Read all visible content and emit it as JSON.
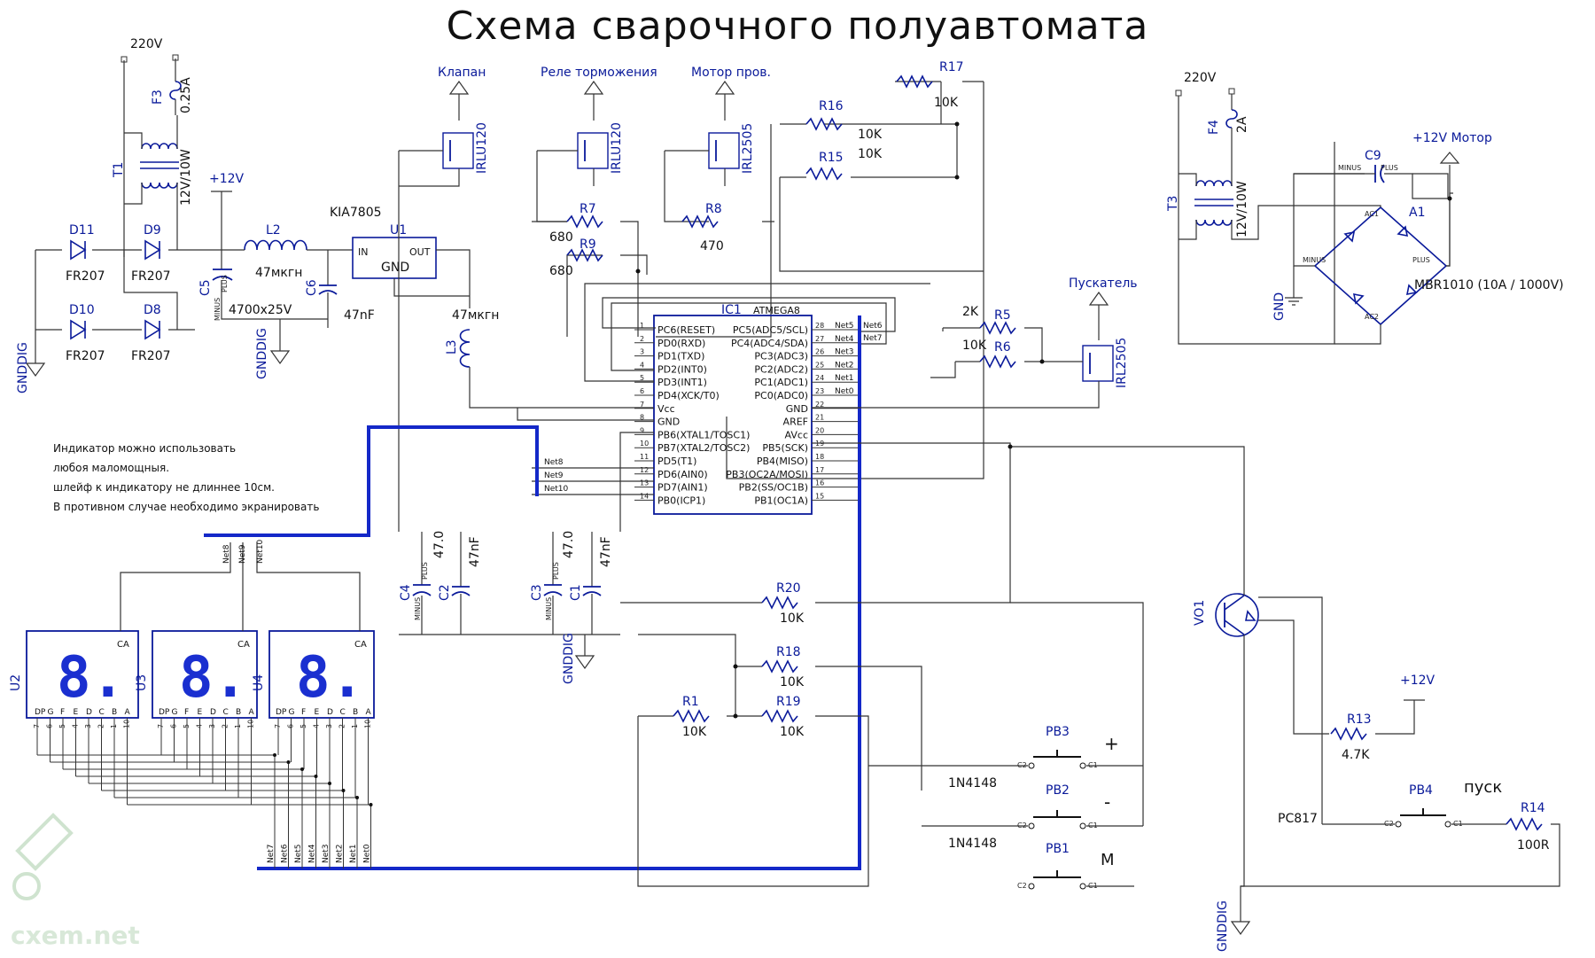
{
  "title": "Схема сварочного полуавтомата",
  "watermark": "cxem.net",
  "notes": [
    "Индикатор можно использовать",
    "любоя маломощныя.",
    "шлейф к индикатору не длиннее 10см.",
    "В противном случае необходимо экранировать"
  ],
  "mains": [
    "220V",
    "220V"
  ],
  "power_labels": {
    "plus12_a": "+12V",
    "plus12_motor": "+12V Мотор",
    "plus12_b": "+12V",
    "gnd": "GND"
  },
  "gnddig": "GNDDIG",
  "outputs": {
    "valve": "Клапан",
    "brake": "Реле торможения",
    "motor": "Мотор пров.",
    "starter": "Пускатель"
  },
  "fuses": [
    {
      "ref": "F3",
      "value": "0.25A"
    },
    {
      "ref": "F4",
      "value": "2A"
    }
  ],
  "transformers": [
    {
      "ref": "T1",
      "value": "12V/10W"
    },
    {
      "ref": "T3",
      "value": "12V/10W"
    }
  ],
  "diodes": [
    {
      "ref": "D11",
      "value": "FR207"
    },
    {
      "ref": "D9",
      "value": "FR207"
    },
    {
      "ref": "D10",
      "value": "FR207"
    },
    {
      "ref": "D8",
      "value": "FR207"
    }
  ],
  "inductors": [
    {
      "ref": "L2",
      "value": "47мкгн"
    },
    {
      "ref": "L3",
      "value": "47мкгн"
    }
  ],
  "regulator": {
    "ref": "U1",
    "part": "KIA7805",
    "in": "IN",
    "out": "OUT",
    "gnd": "GND"
  },
  "caps": [
    {
      "ref": "C5",
      "value": "4700x25V"
    },
    {
      "ref": "C6",
      "value": "47nF"
    },
    {
      "ref": "C4",
      "value": "47.0"
    },
    {
      "ref": "C2",
      "value": "47nF"
    },
    {
      "ref": "C3",
      "value": "47.0"
    },
    {
      "ref": "C1",
      "value": "47nF"
    },
    {
      "ref": "C9",
      "value": ""
    }
  ],
  "cap_pins": {
    "plus": "PLUS",
    "minus": "MINUS"
  },
  "mosfets": [
    {
      "ref": "IRLU120"
    },
    {
      "ref": "IRLU120"
    },
    {
      "ref": "IRL2505"
    },
    {
      "ref": "IRL2505"
    }
  ],
  "resistors": [
    {
      "ref": "R17",
      "value": "10K"
    },
    {
      "ref": "R16",
      "value": "10K"
    },
    {
      "ref": "R15",
      "value": "10K"
    },
    {
      "ref": "R7",
      "value": "680"
    },
    {
      "ref": "R9",
      "value": "680"
    },
    {
      "ref": "R8",
      "value": "470"
    },
    {
      "ref": "R5",
      "value": "2K"
    },
    {
      "ref": "R6",
      "value": "10K"
    },
    {
      "ref": "R20",
      "value": "10K"
    },
    {
      "ref": "R18",
      "value": "10K"
    },
    {
      "ref": "R19",
      "value": "10K"
    },
    {
      "ref": "R1",
      "value": "10K"
    },
    {
      "ref": "R13",
      "value": "4.7K"
    },
    {
      "ref": "R14",
      "value": "100R"
    }
  ],
  "mcu": {
    "ref": "IC1",
    "part": "ATMEGA8",
    "left": [
      {
        "n": "1",
        "name": "PC6(RESET)"
      },
      {
        "n": "2",
        "name": "PD0(RXD)"
      },
      {
        "n": "3",
        "name": "PD1(TXD)"
      },
      {
        "n": "4",
        "name": "PD2(INT0)"
      },
      {
        "n": "5",
        "name": "PD3(INT1)"
      },
      {
        "n": "6",
        "name": "PD4(XCK/T0)"
      },
      {
        "n": "7",
        "name": "Vcc"
      },
      {
        "n": "8",
        "name": "GND"
      },
      {
        "n": "9",
        "name": "PB6(XTAL1/TOSC1)"
      },
      {
        "n": "10",
        "name": "PB7(XTAL2/TOSC2)"
      },
      {
        "n": "11",
        "name": "PD5(T1)"
      },
      {
        "n": "12",
        "name": "PD6(AIN0)"
      },
      {
        "n": "13",
        "name": "PD7(AIN1)"
      },
      {
        "n": "14",
        "name": "PB0(ICP1)"
      }
    ],
    "right": [
      {
        "n": "28",
        "name": "PC5(ADC5/SCL)",
        "net": "Net5"
      },
      {
        "n": "27",
        "name": "PC4(ADC4/SDA)",
        "net": "Net4"
      },
      {
        "n": "26",
        "name": "PC3(ADC3)",
        "net": "Net3"
      },
      {
        "n": "25",
        "name": "PC2(ADC2)",
        "net": "Net2"
      },
      {
        "n": "24",
        "name": "PC1(ADC1)",
        "net": "Net1"
      },
      {
        "n": "23",
        "name": "PC0(ADC0)",
        "net": "Net0"
      },
      {
        "n": "22",
        "name": "GND",
        "net": ""
      },
      {
        "n": "21",
        "name": "AREF",
        "net": ""
      },
      {
        "n": "20",
        "name": "AVcc",
        "net": ""
      },
      {
        "n": "19",
        "name": "PB5(SCK)",
        "net": ""
      },
      {
        "n": "18",
        "name": "PB4(MISO)",
        "net": ""
      },
      {
        "n": "17",
        "name": "PB3(OC2A/MOSI)",
        "net": ""
      },
      {
        "n": "16",
        "name": "PB2(SS/OC1B)",
        "net": ""
      },
      {
        "n": "15",
        "name": "PB1(OC1A)",
        "net": ""
      }
    ]
  },
  "nets": {
    "net6": "Net6",
    "net7": "Net7",
    "net8": "Net8",
    "net9": "Net9",
    "net10": "Net10"
  },
  "displays": [
    {
      "ref": "U2",
      "digit": "8."
    },
    {
      "ref": "U3",
      "digit": "8."
    },
    {
      "ref": "U4",
      "digit": "8."
    }
  ],
  "display_ca": "CA",
  "display_segs": [
    "DP",
    "G",
    "F",
    "E",
    "D",
    "C",
    "B",
    "A"
  ],
  "display_pins": [
    "7",
    "6",
    "5",
    "4",
    "3",
    "2",
    "1",
    "10"
  ],
  "bottom_nets": [
    "Net7",
    "Net6",
    "Net5",
    "Net4",
    "Net3",
    "Net2",
    "Net1",
    "Net0"
  ],
  "buttons": [
    {
      "ref": "PB3",
      "label": "+"
    },
    {
      "ref": "PB2",
      "label": "-"
    },
    {
      "ref": "PB1",
      "label": "M"
    },
    {
      "ref": "PB4",
      "label": "пуск"
    }
  ],
  "button_pins": {
    "c1": "C1",
    "c2": "C2"
  },
  "signal_diodes": [
    "1N4148",
    "1N4148"
  ],
  "optocoupler": {
    "ref": "VO1",
    "part": "PC817"
  },
  "bridge": {
    "ref": "A1",
    "part": "MBR1010 (10A / 1000V)",
    "ac1": "AC1",
    "ac2": "AC2",
    "plus": "PLUS",
    "minus": "MINUS"
  }
}
